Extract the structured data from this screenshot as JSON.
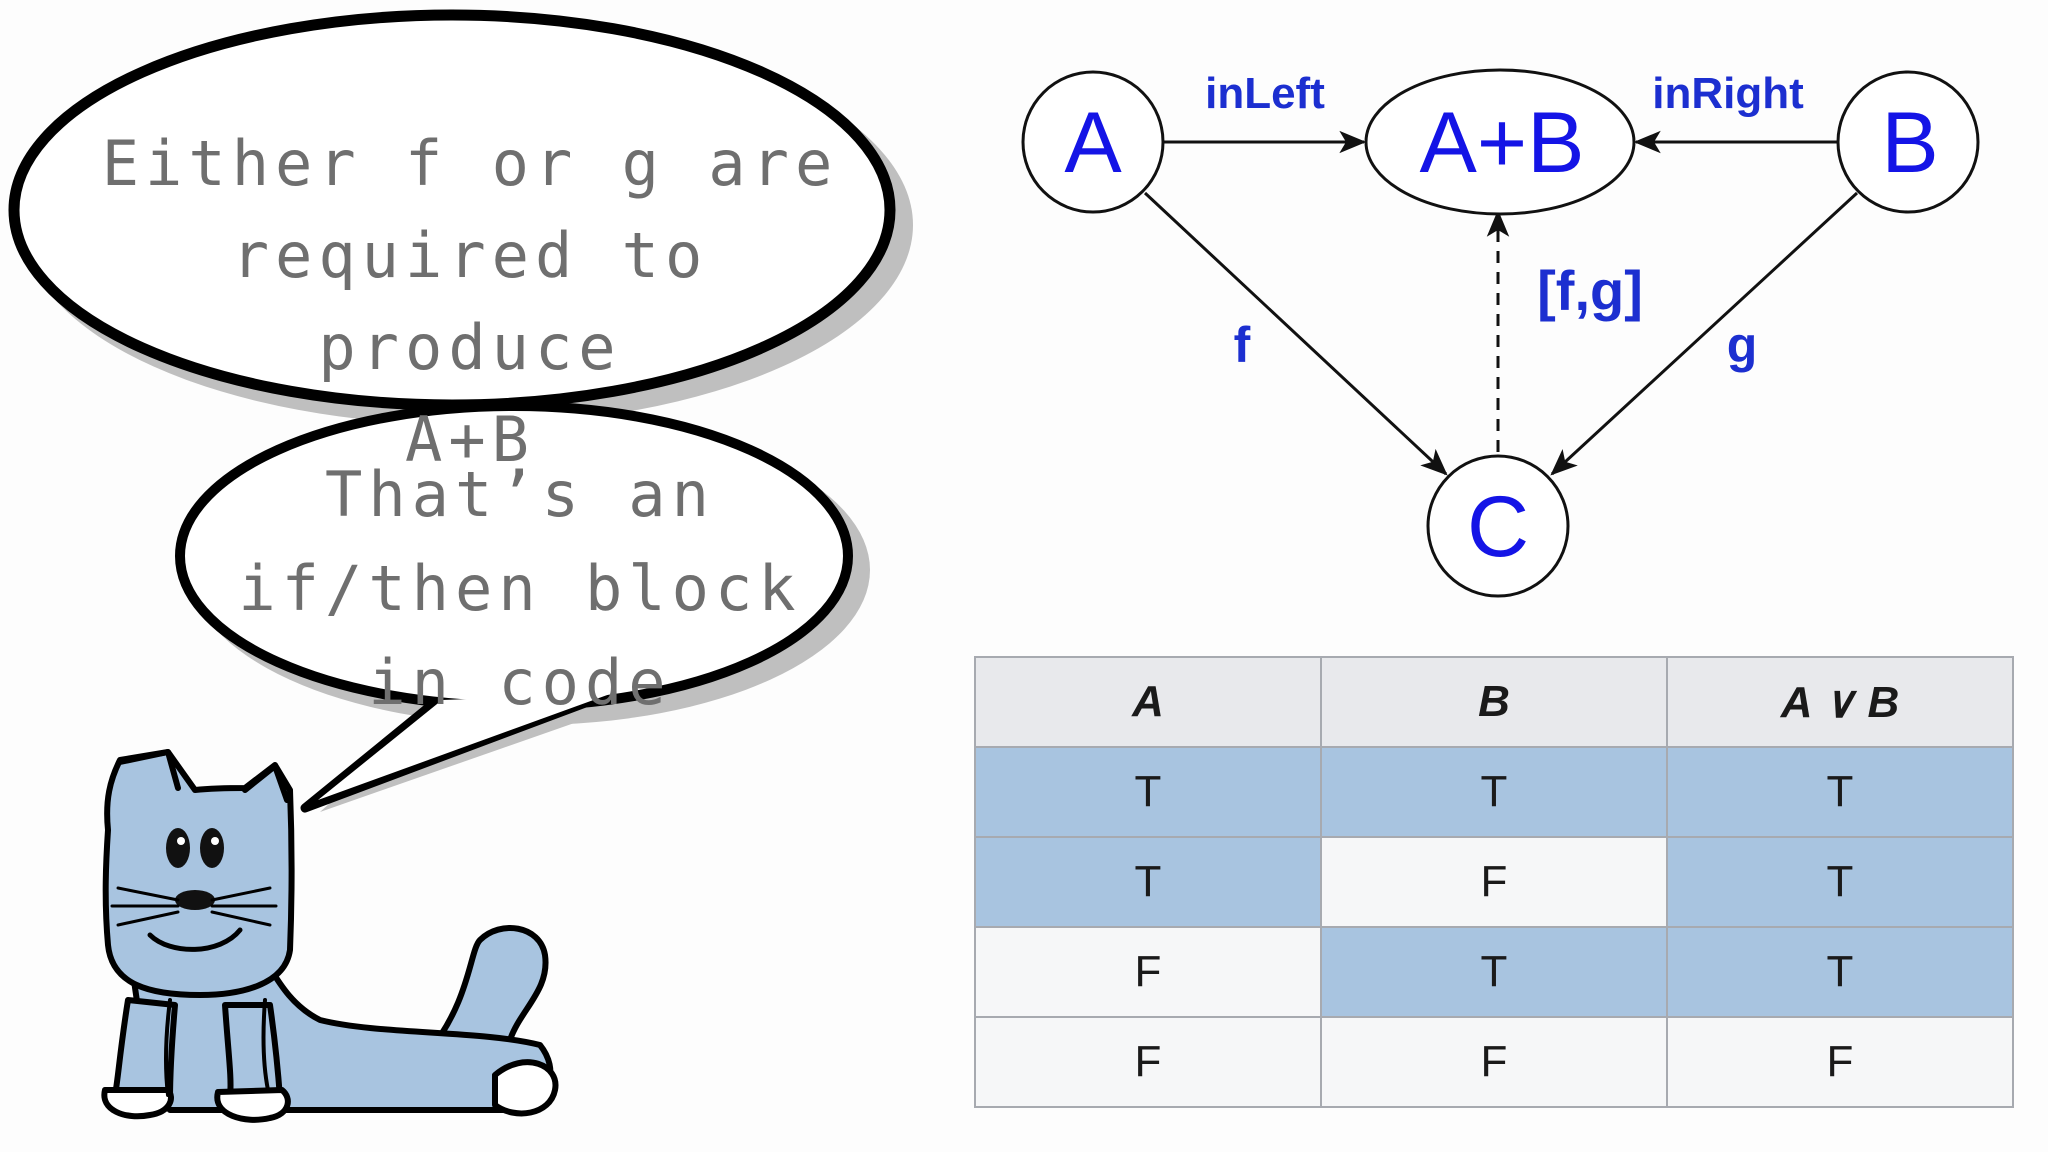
{
  "speech_bubbles": {
    "top": "Either f or g are\nrequired to produce\nA+B",
    "bottom": "That’s an\nif/then block\nin code"
  },
  "diagram": {
    "nodes": {
      "a": "A",
      "aplusb": "A+B",
      "b": "B",
      "c": "C"
    },
    "edges": {
      "in_left": "inLeft",
      "in_right": "inRight",
      "f": "f",
      "g": "g",
      "fg": "[f,g]"
    },
    "colors": {
      "node_text": "#1414e6",
      "edge_label": "#1c2fd0",
      "stroke": "#111111"
    }
  },
  "truth_table": {
    "headers": [
      "A",
      "B",
      "A ∨ B"
    ],
    "rows": [
      [
        "T",
        "T",
        "T"
      ],
      [
        "T",
        "F",
        "T"
      ],
      [
        "F",
        "T",
        "T"
      ],
      [
        "F",
        "F",
        "F"
      ]
    ],
    "colors": {
      "true_cell": "#a8c4e0",
      "false_cell": "#f6f7f8",
      "header": "#e8e9ec"
    }
  }
}
